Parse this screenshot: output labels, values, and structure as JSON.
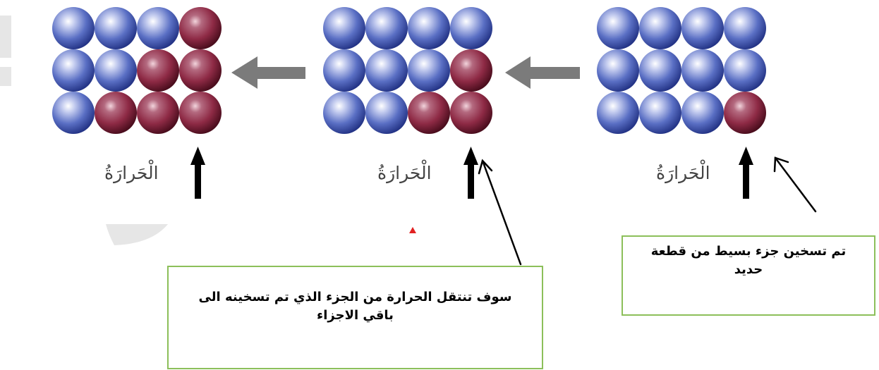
{
  "heat_label": "الْحَرارَةُ",
  "notes": {
    "first": "تم تسخين جزء بسيط من قطعة حديد",
    "second": "سوف تنتقل الحرارة من الجزء الذي تم تسخينه الى باقي الاجزاء"
  },
  "colors": {
    "cold_ball": "#5a6fc4",
    "hot_ball": "#8e2a45",
    "flow_arrow": "#7b7b7b",
    "heat_arrow": "#000000",
    "note_border": "#8cbf5a"
  },
  "stages": [
    {
      "name": "stage-1",
      "grid": [
        [
          0,
          0,
          0,
          0
        ],
        [
          0,
          0,
          0,
          0
        ],
        [
          0,
          0,
          0,
          1
        ]
      ]
    },
    {
      "name": "stage-2",
      "grid": [
        [
          0,
          0,
          0,
          0
        ],
        [
          0,
          0,
          0,
          1
        ],
        [
          0,
          0,
          1,
          1
        ]
      ]
    },
    {
      "name": "stage-3",
      "grid": [
        [
          0,
          0,
          0,
          1
        ],
        [
          0,
          0,
          1,
          1
        ],
        [
          0,
          1,
          1,
          1
        ]
      ]
    }
  ]
}
